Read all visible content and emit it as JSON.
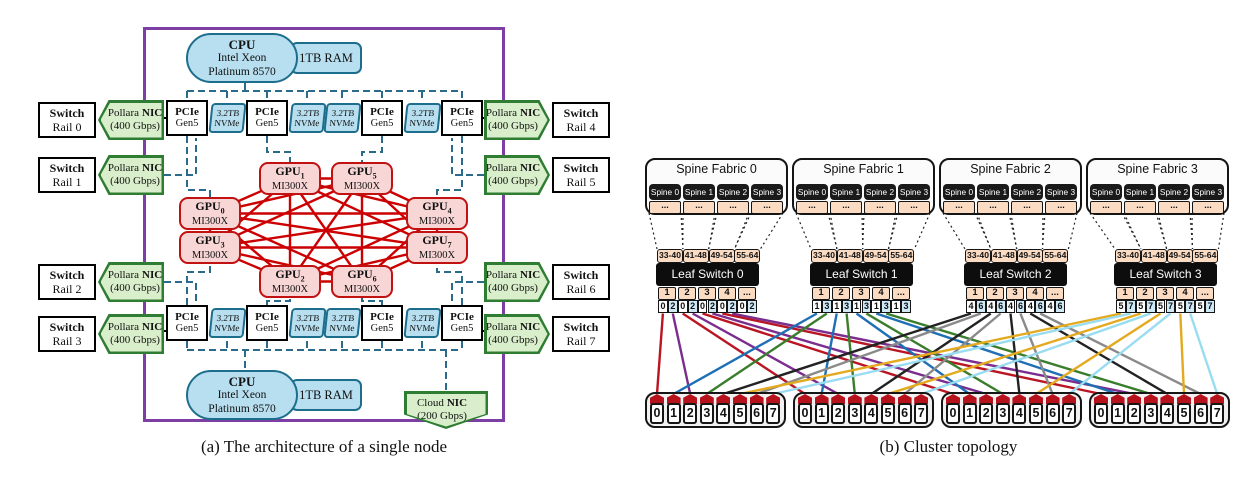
{
  "figure": {
    "caption_a": "(a) The architecture of a single node",
    "caption_b": "(b) Cluster topology"
  },
  "node": {
    "cpu": {
      "name": "CPU",
      "model1": "Intel Xeon",
      "model2": "Platinum 8570"
    },
    "ram": "1TB RAM",
    "pcie": {
      "line1": "PCIe",
      "line2": "Gen5"
    },
    "nvme": {
      "line1": "3.2TB",
      "line2": "NVMe"
    },
    "io_pattern": [
      "pcie",
      "nvme",
      "pcie",
      "nvme",
      "nvme",
      "pcie",
      "nvme",
      "pcie"
    ],
    "switch_label": "Switch",
    "rails": [
      "Rail 0",
      "Rail 1",
      "Rail 2",
      "Rail 3",
      "Rail 4",
      "Rail 5",
      "Rail 6",
      "Rail 7"
    ],
    "pollara_nic": {
      "brand": "Pollara",
      "nic": "NIC",
      "rate": "(400 Gbps)"
    },
    "cloud_nic": {
      "brand": "Cloud",
      "nic": "NIC",
      "rate": "(200 Gbps)"
    },
    "gpus": [
      {
        "label": "GPU",
        "sub": "0",
        "model": "MI300X"
      },
      {
        "label": "GPU",
        "sub": "1",
        "model": "MI300X"
      },
      {
        "label": "GPU",
        "sub": "2",
        "model": "MI300X"
      },
      {
        "label": "GPU",
        "sub": "3",
        "model": "MI300X"
      },
      {
        "label": "GPU",
        "sub": "4",
        "model": "MI300X"
      },
      {
        "label": "GPU",
        "sub": "5",
        "model": "MI300X"
      },
      {
        "label": "GPU",
        "sub": "6",
        "model": "MI300X"
      },
      {
        "label": "GPU",
        "sub": "7",
        "model": "MI300X"
      }
    ]
  },
  "cluster": {
    "spine_fabrics": [
      {
        "title": "Spine Fabric 0"
      },
      {
        "title": "Spine Fabric 1"
      },
      {
        "title": "Spine Fabric 2"
      },
      {
        "title": "Spine Fabric 3"
      }
    ],
    "spine_names": [
      "Spine 0",
      "Spine 1",
      "Spine 2",
      "Spine 3"
    ],
    "ellipsis": "...",
    "port_groups": [
      "33-40",
      "41-48",
      "49-54",
      "55-64"
    ],
    "leaf_switches": [
      {
        "title": "Leaf Switch 0",
        "ports": [
          "1",
          "2",
          "3",
          "4",
          "..."
        ],
        "rails": [
          "0",
          "2",
          "0",
          "2",
          "0",
          "2",
          "0",
          "2",
          "0",
          "2"
        ]
      },
      {
        "title": "Leaf Switch 1",
        "ports": [
          "1",
          "2",
          "3",
          "4",
          "..."
        ],
        "rails": [
          "1",
          "3",
          "1",
          "3",
          "1",
          "3",
          "1",
          "3",
          "1",
          "3"
        ]
      },
      {
        "title": "Leaf Switch 2",
        "ports": [
          "1",
          "2",
          "3",
          "4",
          "..."
        ],
        "rails": [
          "4",
          "6",
          "4",
          "6",
          "4",
          "6",
          "4",
          "6",
          "4",
          "6"
        ]
      },
      {
        "title": "Leaf Switch 3",
        "ports": [
          "1",
          "2",
          "3",
          "4",
          "..."
        ],
        "rails": [
          "5",
          "7",
          "5",
          "7",
          "5",
          "7",
          "5",
          "7",
          "5",
          "7"
        ]
      }
    ],
    "node_ports": [
      "0",
      "1",
      "2",
      "3",
      "4",
      "5",
      "6",
      "7"
    ],
    "rail_colors": {
      "0": "#b91522",
      "1": "#1f6fb5",
      "2": "#7b2d8e",
      "3": "#3a7d2c",
      "4": "#222222",
      "5": "#e3aa1f",
      "6": "#8a8a8a",
      "7": "#9adcf0"
    }
  },
  "colors": {
    "node_border": "#7d3fa4",
    "dashed_bus": "#2a6a8a",
    "gpu_mesh": "#cc0000",
    "blue_fill": "#b7dff0",
    "blue_border": "#1d6e8c",
    "green_fill": "#d9efcb",
    "green_border": "#2e7d32",
    "peach": "#fbdcc3",
    "hat_red": "#b5121b"
  }
}
